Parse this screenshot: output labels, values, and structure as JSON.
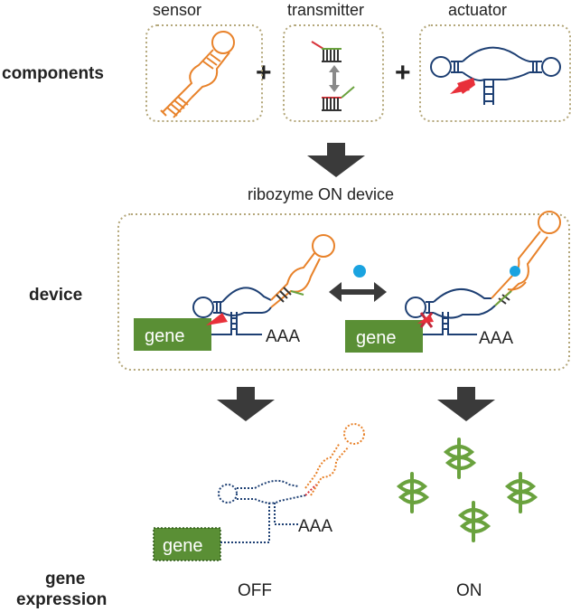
{
  "components": {
    "row_label": "components",
    "sensor_label": "sensor",
    "transmitter_label": "transmitter",
    "actuator_label": "actuator",
    "plus_1": "+",
    "plus_2": "+"
  },
  "device": {
    "title": "ribozyme ON device",
    "row_label": "device",
    "gene_left": "gene",
    "gene_right": "gene",
    "aaa_left": "AAA",
    "aaa_right": "AAA"
  },
  "expression": {
    "row_label_line1": "gene",
    "row_label_line2": "expression",
    "gene_off": "gene",
    "aaa_off": "AAA",
    "off_label": "OFF",
    "on_label": "ON"
  },
  "colors": {
    "sensor": "#e8822a",
    "actuator": "#1d3f73",
    "gene_box": "#5a8f35",
    "protein": "#6aa23e",
    "ligand": "#1aa3e0",
    "cleavage_arrow": "#e8303a",
    "transmitter_red": "#d8333a",
    "transmitter_green": "#6aa23e",
    "dotted_box": "#b4a77a",
    "block_arrow": "#3a3a3a",
    "double_arrow": "#8a8a8a"
  }
}
